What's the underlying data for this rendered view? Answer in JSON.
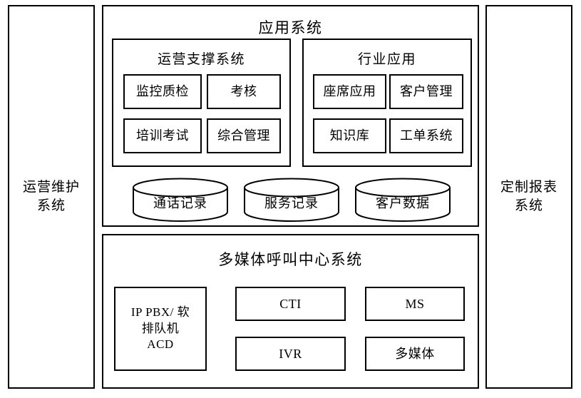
{
  "diagram": {
    "title": "应用系统",
    "left_panel": {
      "label": "运营维护\n系统"
    },
    "right_panel": {
      "label": "定制报表\n系统"
    },
    "application_system": {
      "title": "应用系统",
      "groups": [
        {
          "title": "运营支撑系统",
          "items": [
            "监控质检",
            "考核",
            "培训考试",
            "综合管理"
          ]
        },
        {
          "title": "行业应用",
          "items": [
            "座席应用",
            "客户管理",
            "知识库",
            "工单系统"
          ]
        }
      ],
      "databases": [
        "通话记录",
        "服务记录",
        "客户数据"
      ]
    },
    "call_center_system": {
      "title": "多媒体呼叫中心系统",
      "components": [
        "IP PBX/ 软\n排队机\nACD",
        "CTI",
        "MS",
        "IVR",
        "多媒体"
      ]
    },
    "colors": {
      "background": "#ffffff",
      "stroke": "#000000",
      "text": "#000000"
    }
  }
}
